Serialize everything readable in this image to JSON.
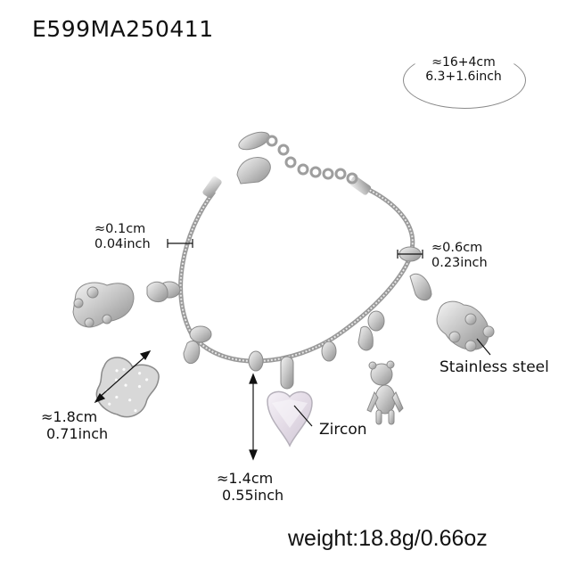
{
  "product": {
    "sku": "E599MA250411",
    "length": {
      "cm": "≈16+4cm",
      "inch": "6.3+1.6inch"
    },
    "chain_thickness": {
      "cm": "≈0.1cm",
      "inch": "0.04inch"
    },
    "bead_size": {
      "cm": "≈0.6cm",
      "inch": "0.23inch"
    },
    "bear_charm_size": {
      "cm": "≈1.8cm",
      "inch": "0.71inch"
    },
    "heart_charm_size": {
      "cm": "≈1.4cm",
      "inch": "0.55inch"
    },
    "materials": {
      "stone": "Zircon",
      "metal": "Stainless steel"
    },
    "weight": "weight:18.8g/0.66oz"
  },
  "colors": {
    "background": "#ffffff",
    "text": "#111111",
    "metal_light": "#e6e6e6",
    "metal_mid": "#bdbdbd",
    "metal_dark": "#8c8c8c",
    "zircon": "#ece6ee"
  }
}
